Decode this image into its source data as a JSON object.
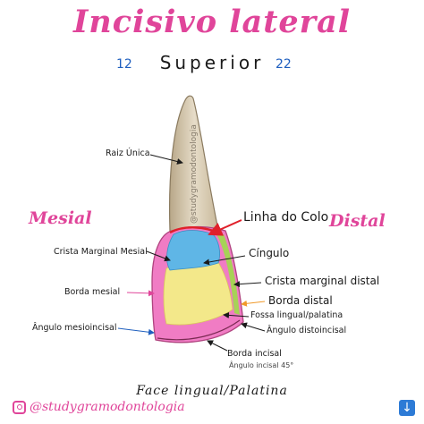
{
  "title": "Incisivo lateral",
  "subtitle": "Superior",
  "tooth_left": "12",
  "tooth_right": "22",
  "side_left": "Mesial",
  "side_right": "Distal",
  "watermark": "@studygramodontologia",
  "labels": {
    "raiz": "Raiz Única",
    "linha_colo": "Linha do Colo",
    "cingulo": "Cíngulo",
    "crista_mesial": "Crista Marginal Mesial",
    "crista_distal": "Crista marginal distal",
    "borda_mesial": "Borda mesial",
    "borda_distal": "Borda distal",
    "fossa": "Fossa lingual/palatina",
    "angulo_mesio": "Ângulo mesioincisal",
    "angulo_disto": "Ângulo distoincisal",
    "borda_incisal": "Borda incisal",
    "angulo_incisal": "Ângulo incisal 45°"
  },
  "face_label": "Face lingual/Palatina",
  "footer_handle": "@studygramodontologia",
  "icons": {
    "instagram": "instagram-icon",
    "download": "download-icon"
  },
  "colors": {
    "title": "#e0459a",
    "tooth_numbers": "#1f5fbf",
    "root": "#d9ccb3",
    "crown_border": "#f07cc4",
    "cingulo": "#5fb6e6",
    "fossa": "#f3e88a",
    "crista_distal": "#9fdc4a",
    "linha_colo": "#e0202a"
  }
}
